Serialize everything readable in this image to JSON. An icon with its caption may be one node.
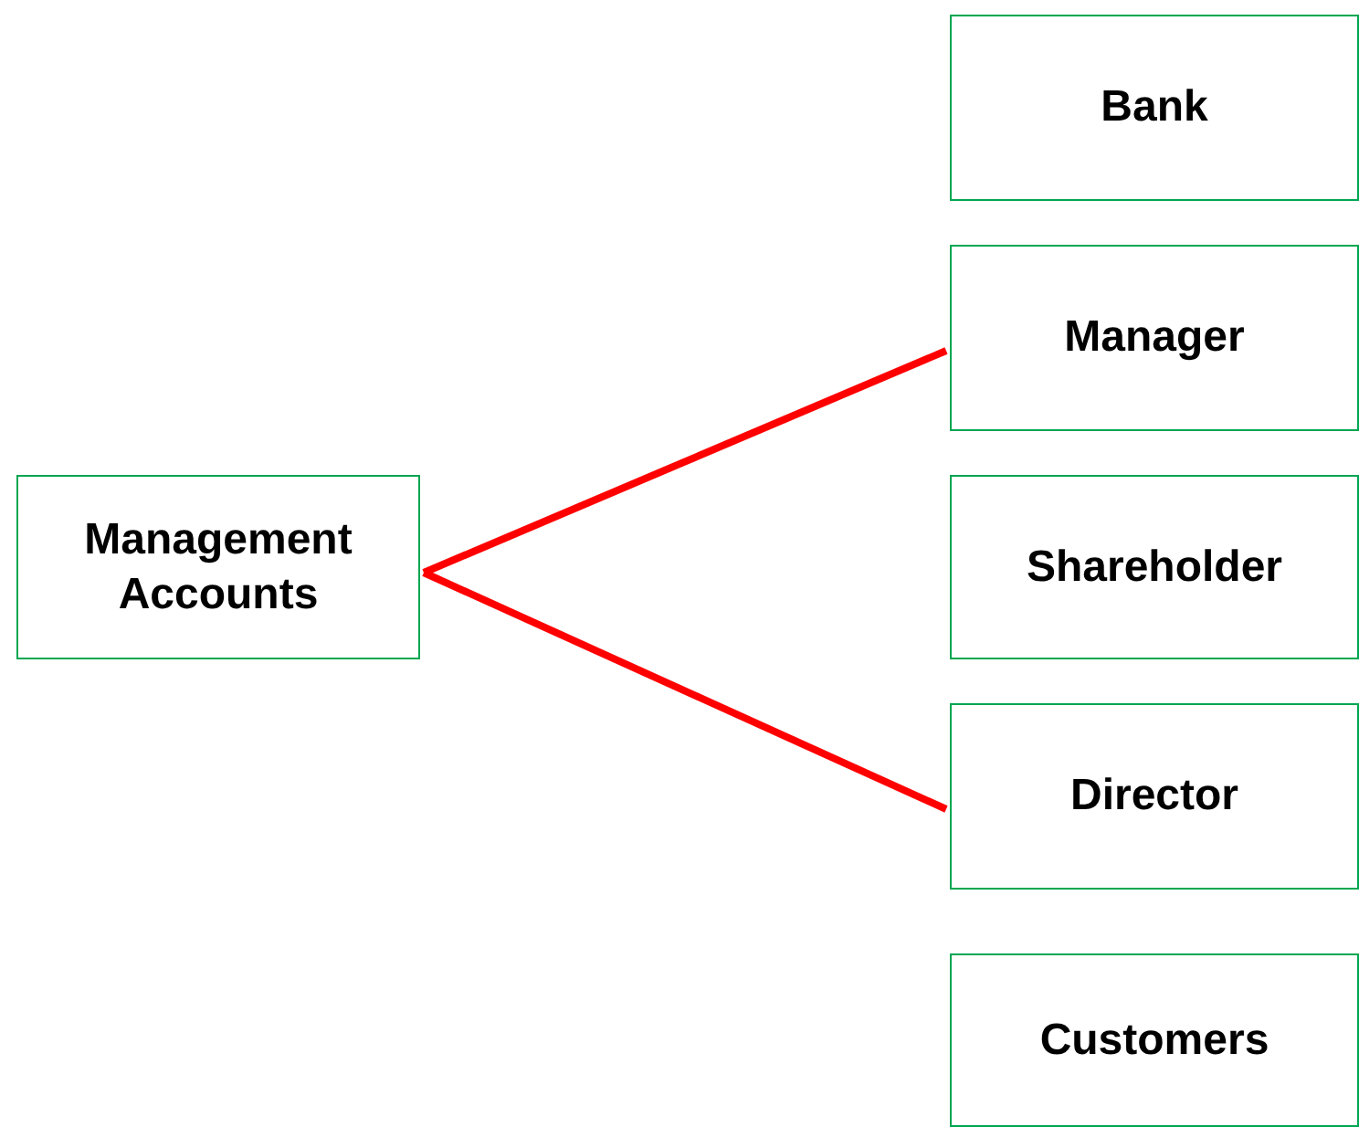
{
  "diagram": {
    "nodes": [
      {
        "text": [
          "Management Accounts"
        ]
      },
      {
        "text": [
          "Bank"
        ]
      },
      {
        "text": [
          "Manager"
        ]
      },
      {
        "text": [
          "Shareholder"
        ]
      },
      {
        "text": [
          "Director"
        ]
      },
      {
        "text": [
          "Customers"
        ]
      }
    ],
    "edges": [
      {
        "from": 0,
        "to": 2,
        "arrow": "none"
      },
      {
        "from": 0,
        "to": 4,
        "arrow": "none"
      }
    ]
  }
}
